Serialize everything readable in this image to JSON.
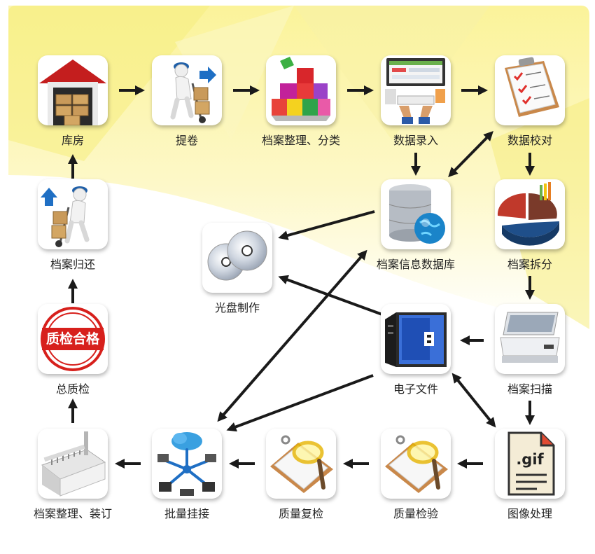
{
  "nodes": {
    "warehouse": {
      "label": "库房"
    },
    "retrieve": {
      "label": "提卷"
    },
    "sort": {
      "label": "档案整理、分类"
    },
    "entry": {
      "label": "数据录入"
    },
    "proof": {
      "label": "数据校对"
    },
    "database": {
      "label": "档案信息数据库"
    },
    "split": {
      "label": "档案拆分"
    },
    "disc": {
      "label": "光盘制作"
    },
    "efile": {
      "label": "电子文件"
    },
    "scan": {
      "label": "档案扫描"
    },
    "returned": {
      "label": "档案归还"
    },
    "final_qc": {
      "label": "总质检",
      "stamp_text": "质检合格"
    },
    "bind": {
      "label": "档案整理、装订"
    },
    "mount": {
      "label": "批量挂接"
    },
    "recheck": {
      "label": "质量复检"
    },
    "inspect": {
      "label": "质量检验"
    },
    "image": {
      "label": "图像处理",
      "file_ext": ".gif"
    }
  },
  "icons": {
    "warehouse": "warehouse-icon",
    "retrieve": "hand-truck-worker-icon",
    "sort": "colored-blocks-icon",
    "entry": "data-entry-icon",
    "proof": "checklist-clipboard-icon",
    "database": "database-globe-icon",
    "split": "pie-chart-icon",
    "disc": "optical-disc-icon",
    "efile": "server-rack-icon",
    "scan": "flatbed-scanner-icon",
    "returned": "hand-truck-worker-icon",
    "final_qc": "qc-stamp-icon",
    "bind": "binding-machine-icon",
    "mount": "network-cloud-icon",
    "recheck": "magnifier-clipboard-icon",
    "inspect": "magnifier-clipboard-icon",
    "image": "gif-file-icon"
  },
  "colors": {
    "arrow": "#1a1a1a",
    "background_yellow": "#fbf5a8",
    "stamp_red": "#d7201c",
    "accent_blue": "#1f6fc4"
  }
}
